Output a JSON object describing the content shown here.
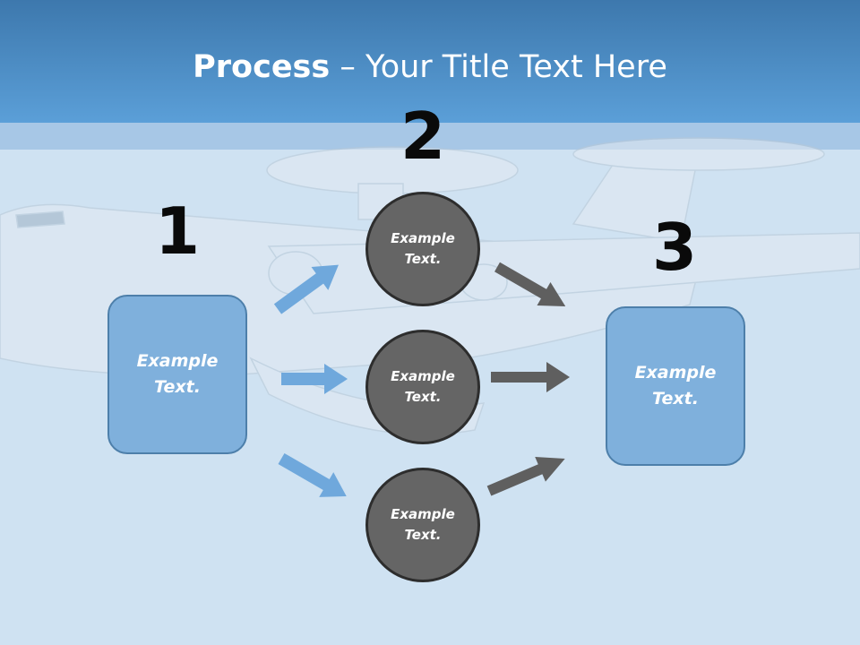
{
  "title": {
    "bold": "Process",
    "rest": " – Your Title Text Here"
  },
  "steps": [
    {
      "number": "1"
    },
    {
      "number": "2"
    },
    {
      "number": "3"
    }
  ],
  "start_box": {
    "label": "Example\nText."
  },
  "end_box": {
    "label": "Example\nText."
  },
  "circles": [
    {
      "label": "Example\nText."
    },
    {
      "label": "Example\nText."
    },
    {
      "label": "Example\nText."
    }
  ],
  "colors": {
    "header": "#4a8ec9",
    "background": "#cfe2f2",
    "box_fill": "#7fb0dc",
    "circle_fill": "#656565",
    "blue_arrow": "#6fa8dc",
    "grey_arrow": "#5f5f5f"
  }
}
